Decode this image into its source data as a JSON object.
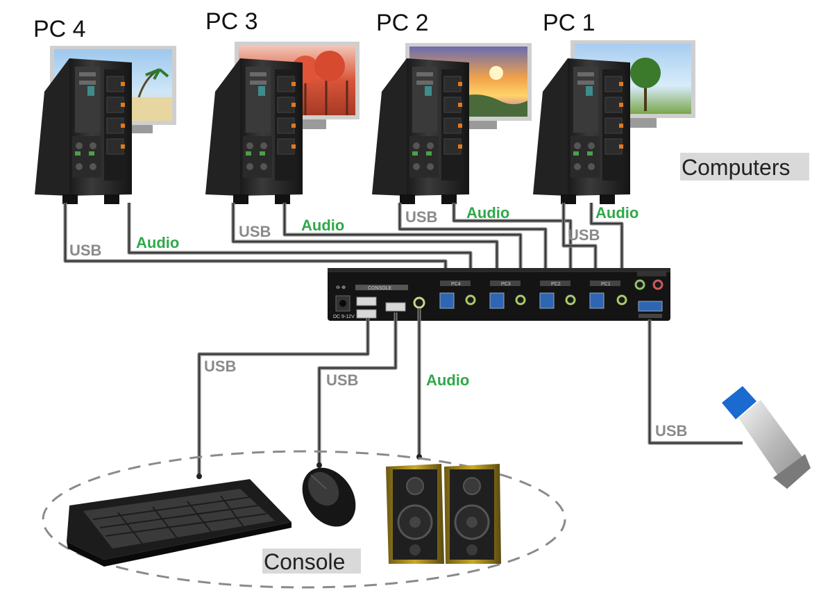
{
  "computers": [
    {
      "label": "PC 4"
    },
    {
      "label": "PC 3"
    },
    {
      "label": "PC 2"
    },
    {
      "label": "PC 1"
    }
  ],
  "cables": {
    "usb": "USB",
    "audio": "Audio"
  },
  "groups": {
    "computers": "Computers",
    "console": "Console"
  },
  "switch": {
    "console_port_label": "CONSOLE",
    "power_label": "DC 9-12V",
    "pc_port_labels": [
      "PC4",
      "PC3",
      "PC2",
      "PC1"
    ]
  },
  "colors": {
    "usb_text": "#8a8a8a",
    "audio_text": "#2fa84a",
    "group_label_bg": "#d9d9d9",
    "usb_port_blue": "#2f66b3"
  }
}
